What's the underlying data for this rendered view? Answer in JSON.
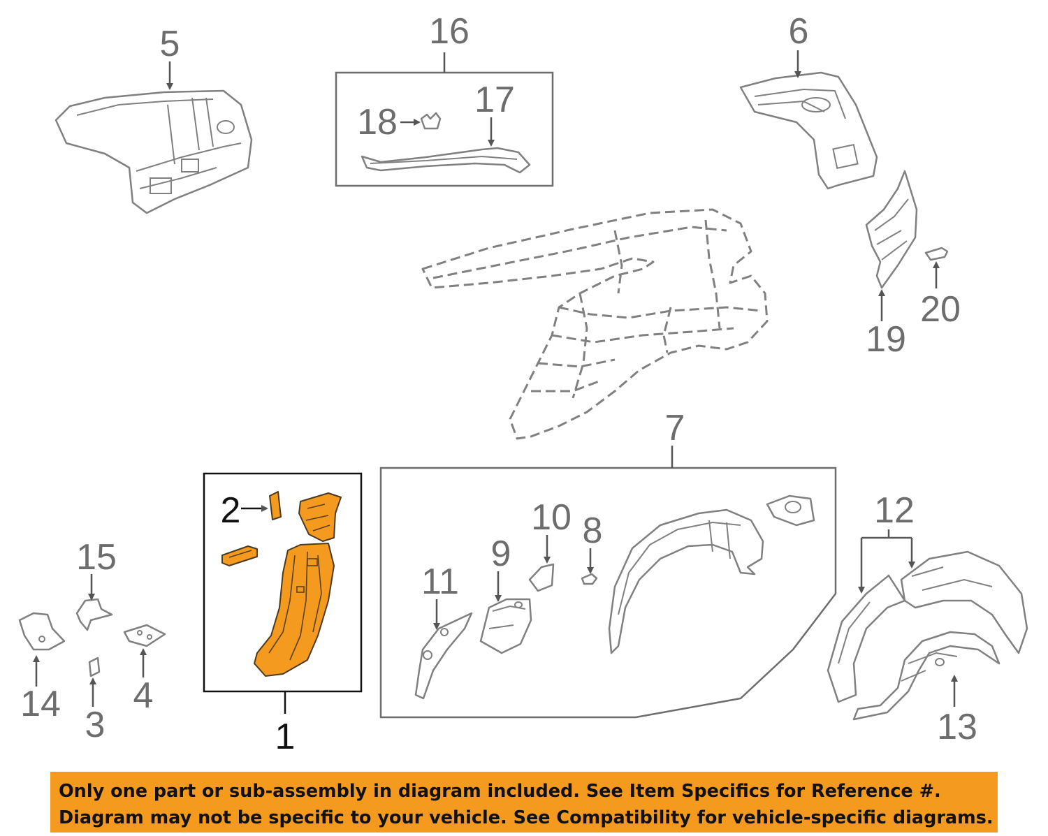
{
  "callouts": {
    "c1": "1",
    "c2": "2",
    "c3": "3",
    "c4": "4",
    "c5": "5",
    "c6": "6",
    "c7": "7",
    "c8": "8",
    "c9": "9",
    "c10": "10",
    "c11": "11",
    "c12": "12",
    "c13": "13",
    "c14": "14",
    "c15": "15",
    "c16": "16",
    "c17": "17",
    "c18": "18",
    "c19": "19",
    "c20": "20"
  },
  "notice": {
    "line1": "Only one part or sub-assembly in diagram included. See Item Specifics for Reference #.",
    "line2": "Diagram may not be specific to your vehicle. See Compatibility for vehicle-specific diagrams."
  },
  "colors": {
    "highlight": "#f39a1f",
    "notice_background": "#f39a1f",
    "line_gray": "#808080"
  }
}
